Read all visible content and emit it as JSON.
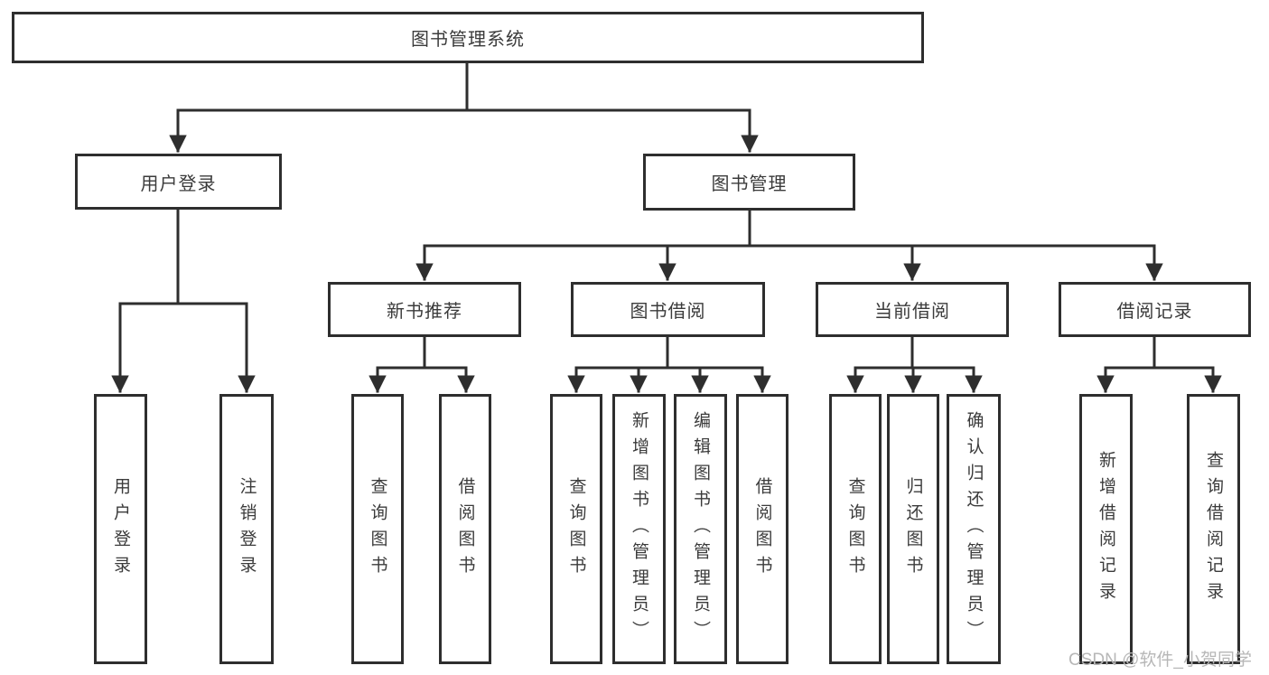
{
  "colors": {
    "line": "#2e2e2e",
    "text": "#3b3b3b",
    "background": "#ffffff",
    "watermark": "#b7b7b7"
  },
  "watermark": "CSDN @软件_小贺同学",
  "tree": {
    "root": {
      "label": "图书管理系统"
    },
    "user_login": {
      "label": "用户登录",
      "children": [
        "用户登录",
        "注销登录"
      ]
    },
    "book_mgmt": {
      "label": "图书管理",
      "sections": [
        {
          "label": "新书推荐",
          "children": [
            "查询图书",
            "借阅图书"
          ]
        },
        {
          "label": "图书借阅",
          "children": [
            "查询图书",
            "新增图书（管理员）",
            "编辑图书（管理员）",
            "借阅图书"
          ]
        },
        {
          "label": "当前借阅",
          "children": [
            "查询图书",
            "归还图书",
            "确认归还（管理员）"
          ]
        },
        {
          "label": "借阅记录",
          "children": [
            "新增借阅记录",
            "查询借阅记录"
          ]
        }
      ]
    }
  }
}
